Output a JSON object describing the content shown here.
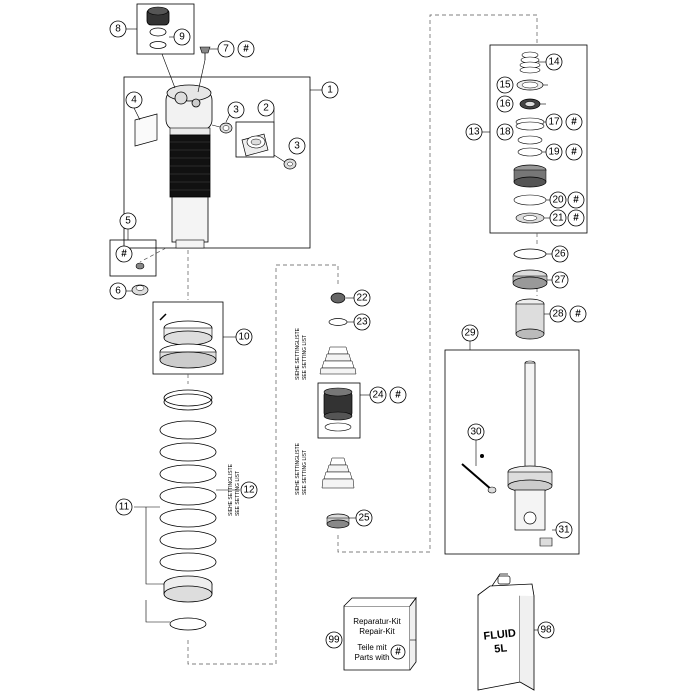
{
  "callouts": {
    "c1": "1",
    "c2": "2",
    "c3a": "3",
    "c3b": "3",
    "c4": "4",
    "c5": "5",
    "c6": "6",
    "c7": "7",
    "c8": "8",
    "c9": "9",
    "c10": "10",
    "c11": "11",
    "c12": "12",
    "c13": "13",
    "c14": "14",
    "c15": "15",
    "c16": "16",
    "c17": "17",
    "c18": "18",
    "c19": "19",
    "c20": "20",
    "c21": "21",
    "c22": "22",
    "c23": "23",
    "c24": "24",
    "c25": "25",
    "c26": "26",
    "c27": "27",
    "c28": "28",
    "c29": "29",
    "c30": "30",
    "c31": "31",
    "c98": "98",
    "c99": "99"
  },
  "hash_symbol": "#",
  "setting_list": {
    "line1": "SIEHE SETTINGLISTE",
    "line2": "SEE SETTING LIST"
  },
  "repair_kit": {
    "line1": "Reparatur-Kit",
    "line2": "Repair-Kit",
    "line3": "Teile mit",
    "line4": "Parts with"
  },
  "fluid_can": {
    "line1": "FLUID",
    "line2": "5L"
  }
}
